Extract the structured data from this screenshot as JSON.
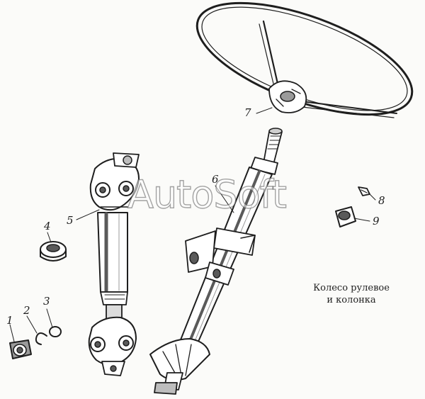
{
  "caption": {
    "line1": "Колесо рулевое",
    "line2": "и колонка"
  },
  "callouts": {
    "n1": "1",
    "n2": "2",
    "n3": "3",
    "n4": "4",
    "n5": "5",
    "n6": "6",
    "n7": "7",
    "n8": "8",
    "n9": "9"
  },
  "watermark": "AutoSoft",
  "colors": {
    "ink": "#1e1e1e",
    "paper": "#fbfbf9"
  }
}
